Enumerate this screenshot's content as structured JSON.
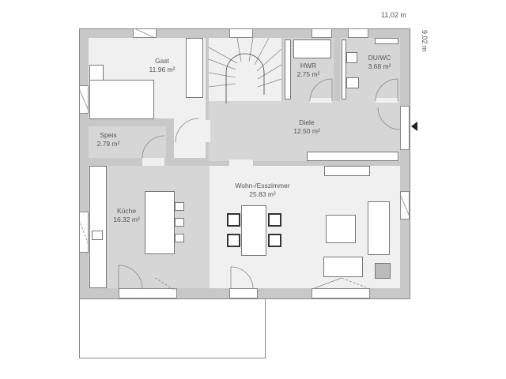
{
  "plan": {
    "dimension_width": "11,02 m",
    "dimension_depth": "9,02 m",
    "colors": {
      "wall": "#c8c8c8",
      "wall_stroke": "#8a8a8a",
      "room_dark": "#d6d6d6",
      "room_light": "#f0f0f0",
      "line": "#777777"
    },
    "rooms": [
      {
        "name": "Gast",
        "area": "11.96 m²"
      },
      {
        "name": "Speis",
        "area": "2.79 m²"
      },
      {
        "name": "HWR",
        "area": "2.75 m²"
      },
      {
        "name": "DU/WC",
        "area": "3.68 m²"
      },
      {
        "name": "Diele",
        "area": "12.50 m²"
      },
      {
        "name": "Küche",
        "area": "16.32 m²"
      },
      {
        "name": "Wohn-/Esszimmer",
        "area": "25.83 m²"
      }
    ],
    "entrance_icon": "entrance-arrow-icon",
    "terrace": "terrace"
  }
}
